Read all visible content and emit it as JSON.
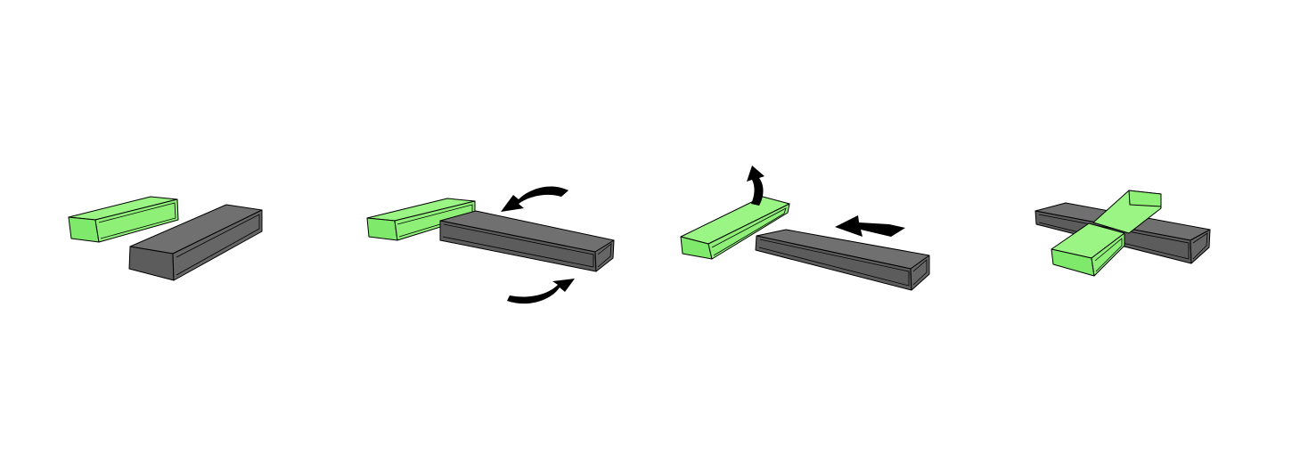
{
  "diagram": {
    "steps": [
      {
        "name": "step-1-initial"
      },
      {
        "name": "step-2-rotate"
      },
      {
        "name": "step-3-lift-and-slide"
      },
      {
        "name": "step-4-intersect"
      }
    ],
    "colors": {
      "green_face_light": "#9af584",
      "green_face_mid": "#7ee96a",
      "green_face_dark": "#5fd24a",
      "green_stroke": "#2e7d22",
      "gray_face_top": "#6d6d6d",
      "gray_face_side": "#5e5e5e",
      "gray_face_front": "#555555",
      "arrow": "#000000"
    },
    "icons": {
      "rotate_arrow": "curved-arrow-icon",
      "lift_arrow": "up-arrow-icon",
      "slide_arrow": "left-arrow-icon"
    }
  }
}
